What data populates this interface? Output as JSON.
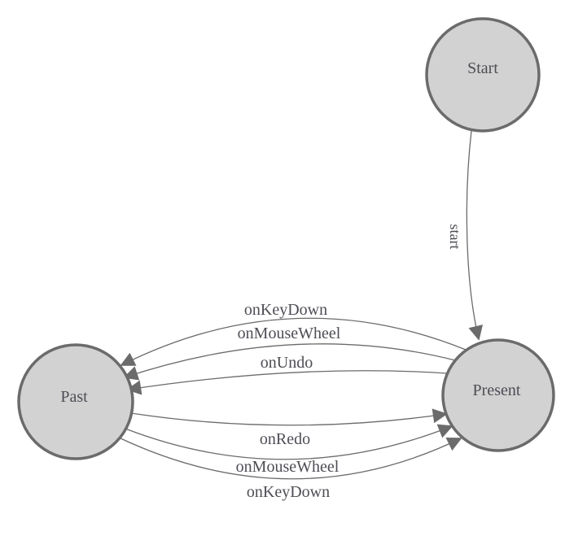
{
  "diagram": {
    "nodes": [
      {
        "id": "start",
        "label": "Start"
      },
      {
        "id": "present",
        "label": "Present"
      },
      {
        "id": "past",
        "label": "Past"
      }
    ],
    "edges": [
      {
        "from": "Start",
        "to": "Present",
        "label": "start"
      },
      {
        "from": "Present",
        "to": "Past",
        "label": "onKeyDown"
      },
      {
        "from": "Present",
        "to": "Past",
        "label": "onMouseWheel"
      },
      {
        "from": "Present",
        "to": "Past",
        "label": "onUndo"
      },
      {
        "from": "Past",
        "to": "Present",
        "label": "onRedo"
      },
      {
        "from": "Past",
        "to": "Present",
        "label": "onMouseWheel"
      },
      {
        "from": "Past",
        "to": "Present",
        "label": "onKeyDown"
      }
    ],
    "colors": {
      "background": "#ffffff",
      "node_fill": "#d2d2d2",
      "node_border": "#6b6b6b",
      "edge_line": "#6b6b6b",
      "arrowhead": "#6b6b6b",
      "label_text": "#4d4d55"
    }
  }
}
